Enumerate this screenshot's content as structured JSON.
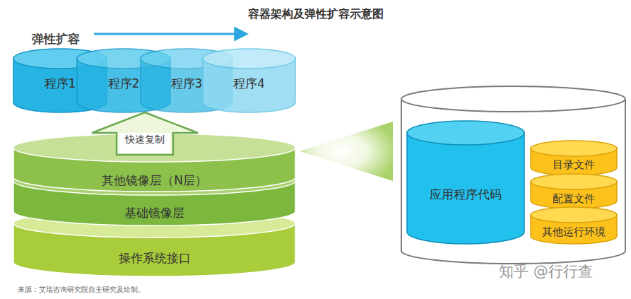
{
  "diagram": {
    "title": "容器架构及弹性扩容示意图",
    "caption": "来源：艾瑞咨询研究院自主研究及绘制。",
    "nodes": [
      {
        "text": [
          "程序1"
        ]
      },
      {
        "text": [
          "程序2"
        ]
      },
      {
        "text": [
          "程序3"
        ]
      },
      {
        "text": [
          "程序4"
        ]
      },
      {
        "text": [
          "快速复制"
        ]
      },
      {
        "text": [
          "其他镜像层（N层）"
        ]
      },
      {
        "text": [
          "基础镜像层"
        ]
      },
      {
        "text": [
          "操作系统接口"
        ]
      },
      {
        "text": [
          "应用程序代码"
        ]
      },
      {
        "text": [
          "目录文件"
        ]
      },
      {
        "text": [
          "配置文件"
        ]
      },
      {
        "text": [
          "其他运行环境"
        ]
      }
    ],
    "labels": [
      "弹性扩容",
      "知乎 @行行查"
    ]
  }
}
